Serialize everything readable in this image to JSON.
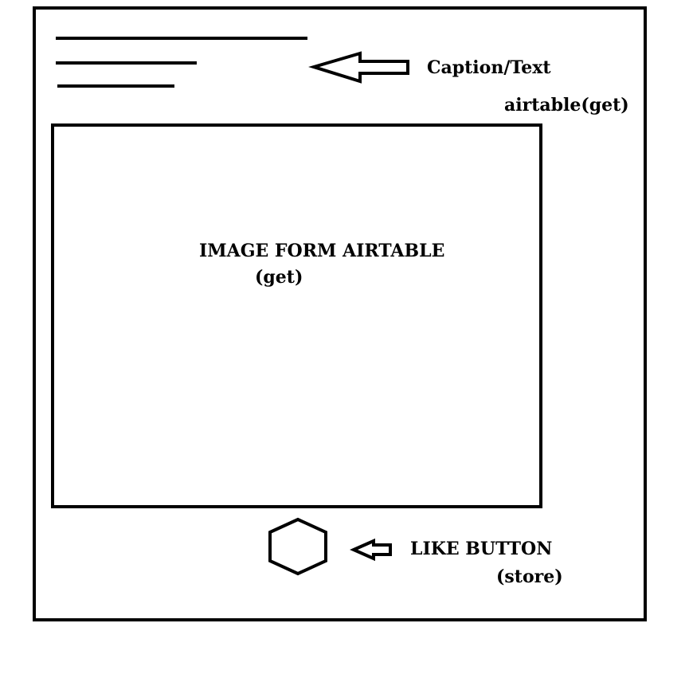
{
  "colors": {
    "stroke": "#000000",
    "background": "#ffffff"
  },
  "annotations": {
    "caption_label": "Caption/Text",
    "caption_source": "airtable(get)",
    "image_label": "IMAGE FORM AIRTABLE",
    "image_source": "(get)",
    "like_label": "LIKE BUTTON",
    "like_source": "(store)"
  },
  "icons": {
    "caption_pointer": "left-arrow-icon",
    "like_pointer": "left-arrow-icon",
    "like_button": "hexagon-icon"
  }
}
